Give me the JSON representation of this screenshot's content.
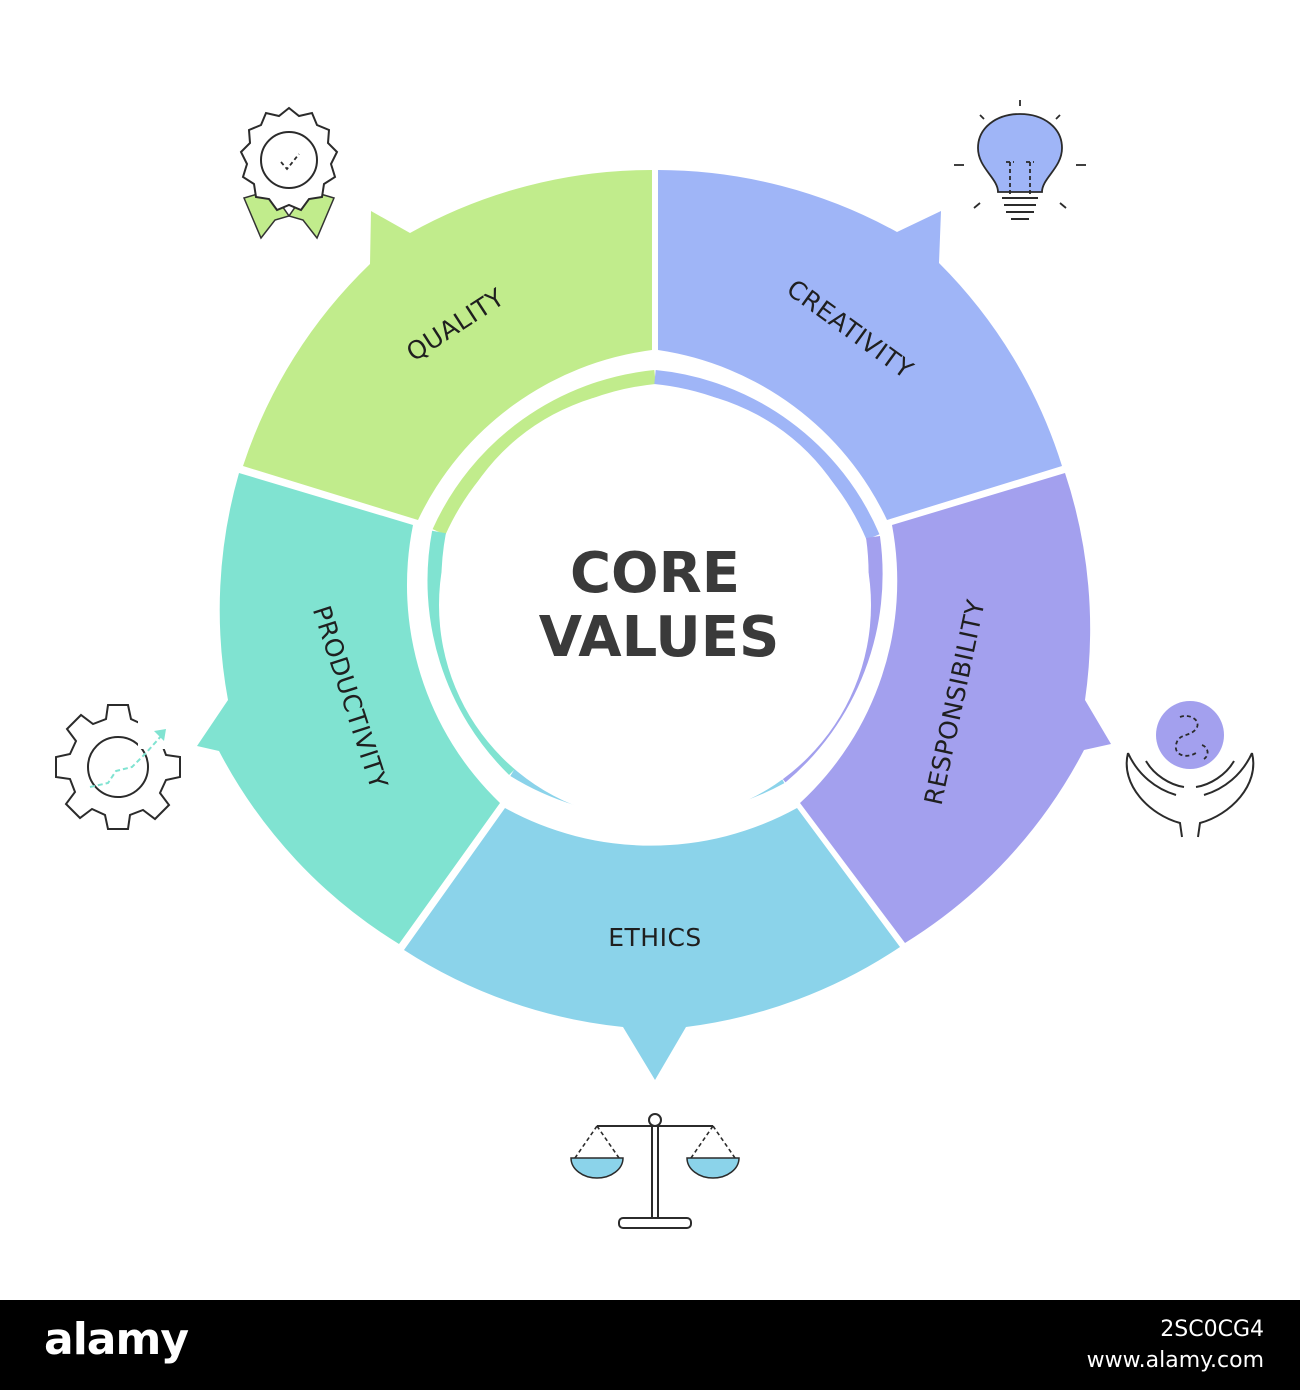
{
  "diagram": {
    "center": {
      "line1": "CORE",
      "line2": "VALUES"
    },
    "segments": [
      {
        "id": "quality",
        "label": "QUALITY",
        "color": "#c1ec8c",
        "icon": "award-badge-icon"
      },
      {
        "id": "creativity",
        "label": "CREATIVITY",
        "color": "#9fb5f7",
        "icon": "lightbulb-icon"
      },
      {
        "id": "responsibility",
        "label": "RESPONSIBILITY",
        "color": "#a3a0ee",
        "icon": "globe-in-hands-icon"
      },
      {
        "id": "ethics",
        "label": "ETHICS",
        "color": "#8bd3ea",
        "icon": "balance-scale-icon"
      },
      {
        "id": "productivity",
        "label": "PRODUCTIVITY",
        "color": "#80e3d1",
        "icon": "gear-growth-icon"
      }
    ]
  },
  "footer": {
    "logo": "alamy",
    "image_id": "2SC0CG4",
    "site": "www.alamy.com"
  }
}
